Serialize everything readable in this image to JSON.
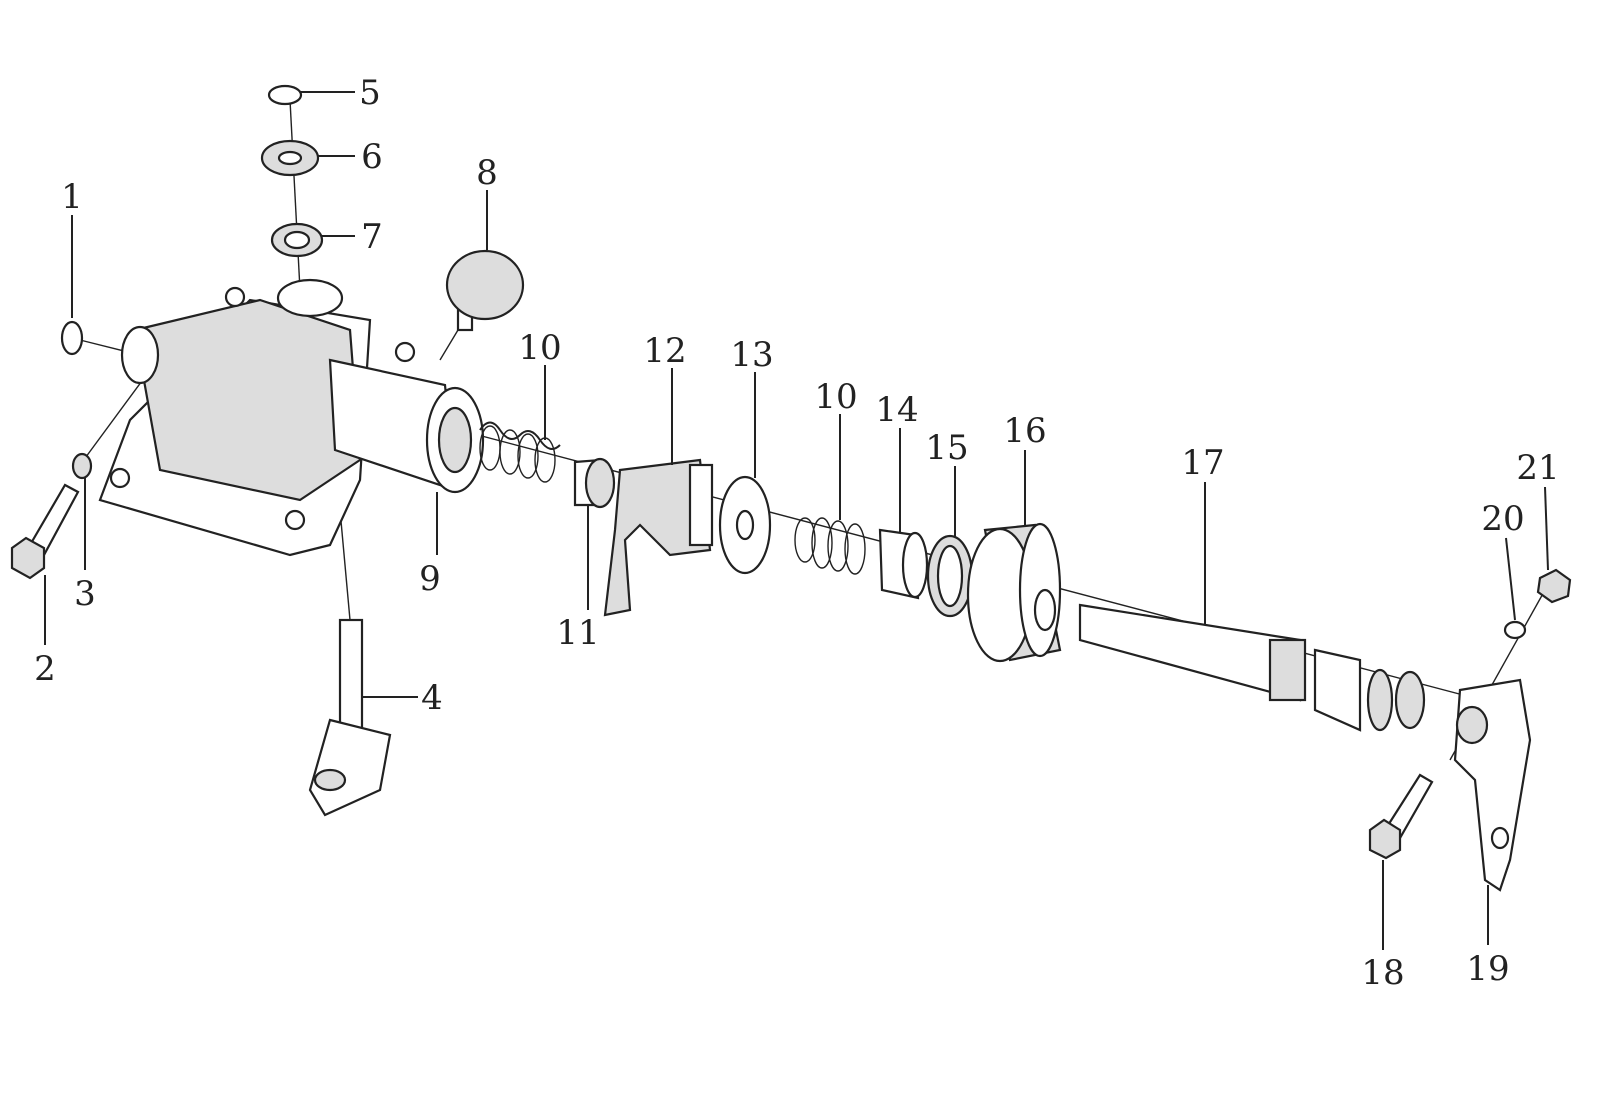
{
  "diagram": {
    "type": "exploded-parts-diagram",
    "callouts": [
      "1",
      "2",
      "3",
      "4",
      "5",
      "6",
      "7",
      "8",
      "9",
      "10",
      "11",
      "12",
      "13",
      "10",
      "14",
      "15",
      "16",
      "17",
      "18",
      "19",
      "20",
      "21"
    ]
  }
}
